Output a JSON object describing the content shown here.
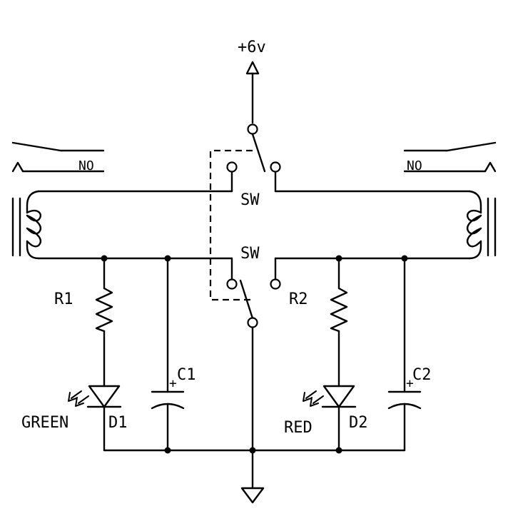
{
  "supply": {
    "label": "+6v"
  },
  "relays": {
    "left": {
      "contact_label": "NO"
    },
    "right": {
      "contact_label": "NO"
    }
  },
  "switch": {
    "top_label": "SW",
    "bottom_label": "SW"
  },
  "resistors": {
    "r1": "R1",
    "r2": "R2"
  },
  "capacitors": {
    "c1": "C1",
    "c2": "C2"
  },
  "diodes": {
    "d1": "D1",
    "d2": "D2"
  },
  "led_colors": {
    "green": "GREEN",
    "red": "RED"
  },
  "colors": {
    "ink": "#000000",
    "background": "#ffffff"
  }
}
